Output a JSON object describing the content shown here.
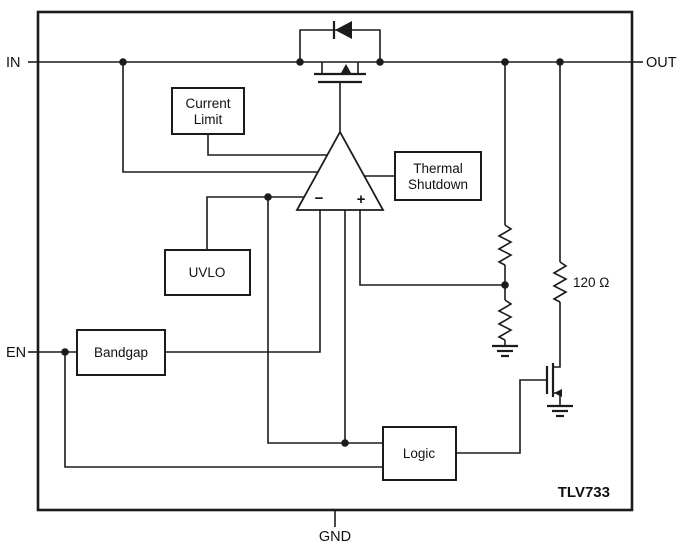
{
  "diagram": {
    "part_number": "TLV733",
    "pins": {
      "in": "IN",
      "out": "OUT",
      "en": "EN",
      "gnd": "GND"
    },
    "blocks": {
      "current_limit": {
        "line1": "Current",
        "line2": "Limit"
      },
      "thermal_shutdown": {
        "line1": "Thermal",
        "line2": "Shutdown"
      },
      "uvlo": {
        "label": "UVLO"
      },
      "bandgap": {
        "label": "Bandgap"
      },
      "logic": {
        "label": "Logic"
      }
    },
    "amplifier": {
      "minus_label": "−",
      "plus_label": "+"
    },
    "discharge_resistor_label": "120 Ω",
    "colors": {
      "line": "#1b1b1b",
      "text": "#111111",
      "background": "#ffffff",
      "block_fill": "#ffffff"
    }
  }
}
